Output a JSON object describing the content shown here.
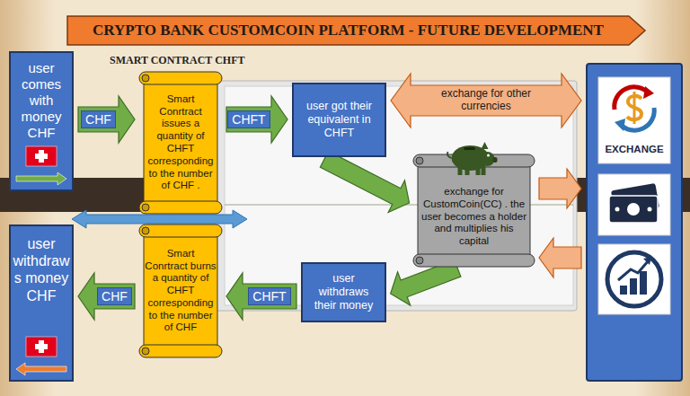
{
  "diagram": {
    "title": "CRYPTO BANK CUSTOMCOIN PLATFORM - FUTURE DEVELOPMENT",
    "nodes": [
      {
        "text": [
          "user comes with money CHF"
        ]
      },
      {
        "text": [
          "Smart Conrtract issues a quantity of CHFT corresponding to the number of CHF ."
        ]
      },
      {
        "text": [
          "user got their equivalent in CHFT"
        ]
      },
      {
        "text": [
          "exchange for CustomCoin(CC) . the user becomes a holder and multiplies his capital"
        ]
      },
      {
        "text": [
          "EXCHANGE"
        ]
      },
      {
        "text": [
          "user withdraws their money"
        ]
      },
      {
        "text": [
          "Smart Conrtract burns a quantity of CHFT corresponding to the number of CHF"
        ]
      },
      {
        "text": [
          "user withdraws money CHF"
        ]
      }
    ],
    "edges": [
      {
        "from": 0,
        "to": 1,
        "label": "CHF",
        "arrow": "to"
      },
      {
        "from": 1,
        "to": 2,
        "label": "CHFT",
        "arrow": "to"
      },
      {
        "from": 2,
        "to": 4,
        "label": "exchange for other currencies",
        "arrow": "both"
      },
      {
        "from": 2,
        "to": 3,
        "arrow": "to"
      },
      {
        "from": 3,
        "to": 4,
        "arrow": "to"
      },
      {
        "from": 4,
        "to": 3,
        "arrow": "to"
      },
      {
        "from": 3,
        "to": 5,
        "arrow": "to"
      },
      {
        "from": 5,
        "to": 6,
        "label": "CHFT",
        "arrow": "to"
      },
      {
        "from": 6,
        "to": 7,
        "label": "CHF",
        "arrow": "to"
      }
    ],
    "labels": [
      "SMART CONTRACT CHFT"
    ]
  }
}
